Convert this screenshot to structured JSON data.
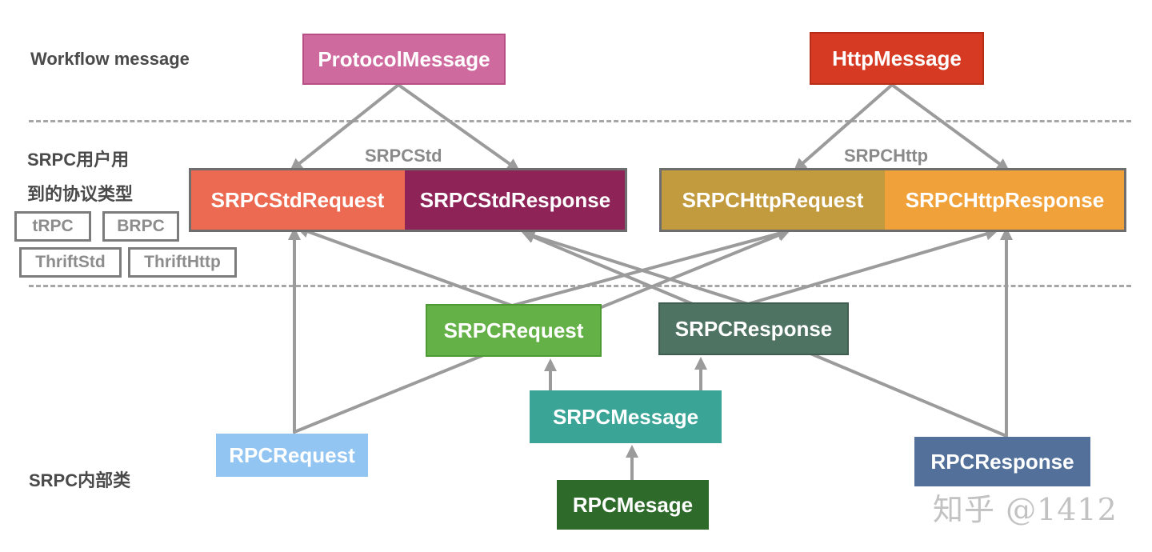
{
  "colors": {
    "arrow": "#9b9b9b",
    "protocol_message": "#cf6a9e",
    "http_message": "#d63a22",
    "srpc_std_request": "#ec6a51",
    "srpc_std_response": "#8e2358",
    "srpc_http_request": "#c39b3f",
    "srpc_http_response": "#f0a13a",
    "srpc_request": "#64b247",
    "srpc_response": "#4f7362",
    "srpc_message": "#3aa597",
    "rpc_request": "#93c5f2",
    "rpc_response": "#53709b",
    "rpc_mesage": "#2e6b2a"
  },
  "sections": {
    "workflow_message": "Workflow message",
    "srpc_user_protocol_line1": "SRPC用户用",
    "srpc_user_protocol_line2": "到的协议类型",
    "srpc_internal": "SRPC内部类"
  },
  "protocols": [
    "tRPC",
    "BRPC",
    "ThriftStd",
    "ThriftHttp"
  ],
  "nodes": {
    "protocol_message": "ProtocolMessage",
    "http_message": "HttpMessage",
    "srpc_std_request": "SRPCStdRequest",
    "srpc_std_response": "SRPCStdResponse",
    "srpc_http_request": "SRPCHttpRequest",
    "srpc_http_response": "SRPCHttpResponse",
    "srpc_request": "SRPCRequest",
    "srpc_response": "SRPCResponse",
    "srpc_message": "SRPCMessage",
    "rpc_request": "RPCRequest",
    "rpc_response": "RPCResponse",
    "rpc_mesage": "RPCMesage"
  },
  "groups": {
    "srpc_std": "SRPCStd",
    "srpc_http": "SRPCHttp"
  },
  "watermark": "知乎 @1412"
}
